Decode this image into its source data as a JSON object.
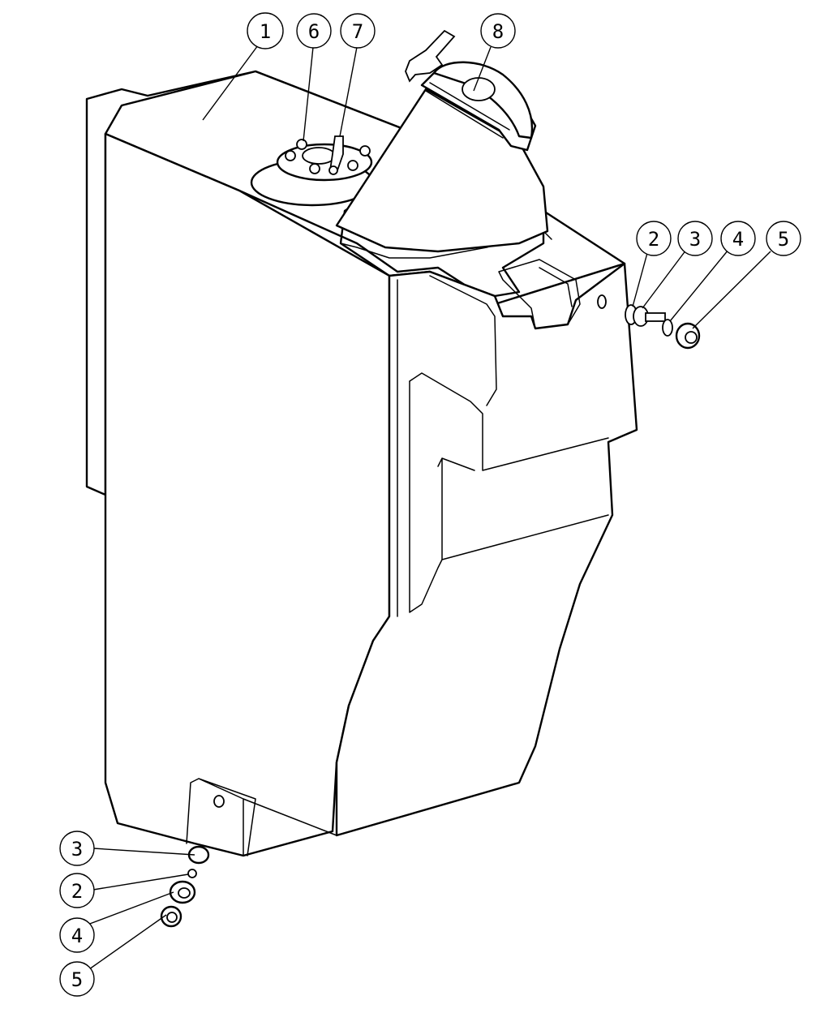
{
  "balloons": [
    {
      "id": "b1",
      "label": "1"
    },
    {
      "id": "b6",
      "label": "6"
    },
    {
      "id": "b7",
      "label": "7"
    },
    {
      "id": "b8",
      "label": "8"
    },
    {
      "id": "b2r",
      "label": "2"
    },
    {
      "id": "b3r",
      "label": "3"
    },
    {
      "id": "b4r",
      "label": "4"
    },
    {
      "id": "b5r",
      "label": "5"
    },
    {
      "id": "b3l",
      "label": "3"
    },
    {
      "id": "b2l",
      "label": "2"
    },
    {
      "id": "b4l",
      "label": "4"
    },
    {
      "id": "b5l",
      "label": "5"
    }
  ]
}
